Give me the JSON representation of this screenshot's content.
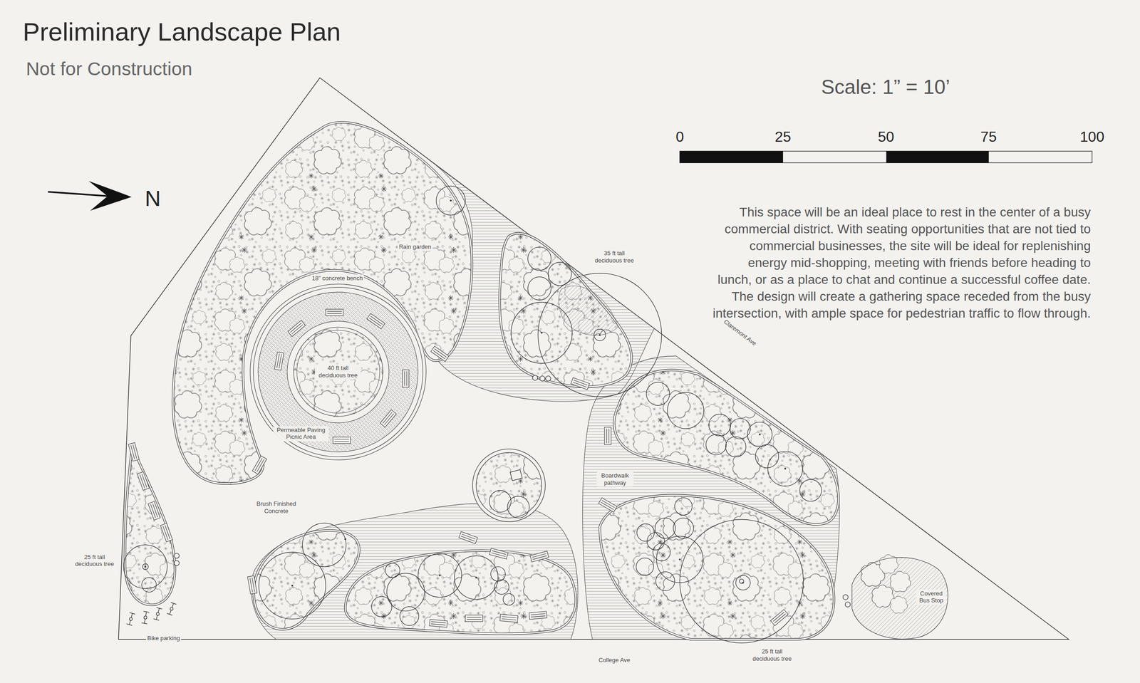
{
  "diagram": {
    "title": "Preliminary Landscape Plan",
    "nodes": [
      {
        "text": [
          "Permeable Paving Picnic Area"
        ]
      },
      {
        "text": [
          "40 ft tall deciduous tree"
        ],
        "in": 0
      },
      {
        "text": [
          "Covered Bus Stop"
        ]
      }
    ],
    "labels": [
      "Not for Construction",
      "N",
      "Scale: 1” = 10’",
      "0",
      "25",
      "50",
      "75",
      "100",
      "This space will be an ideal place to rest in the center of a busy commercial district. With seating opportunities that are not tied to commercial businesses, the site will be ideal for replenishing energy mid-shopping, meeting with friends before heading to lunch, or as a place to chat and continue a successful coffee date. The design will create a gathering space receded from the busy intersection, with ample space for pedestrian traffic to flow through.",
      "Rain garden",
      "18\" concrete bench",
      "35 ft tall deciduous tree",
      "Claremont Ave",
      "Boardwalk pathway",
      "Brush Finished Concrete",
      "25 ft tall deciduous tree",
      "Bike parking",
      "College Ave",
      "25 ft tall deciduous tree"
    ]
  }
}
